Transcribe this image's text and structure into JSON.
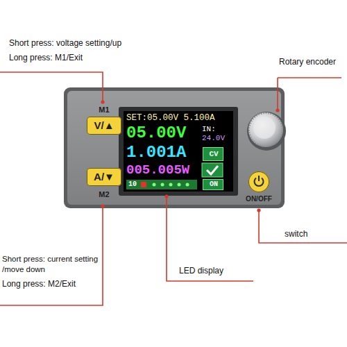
{
  "diagram": {
    "nodes": [
      {
        "text": [
          "M1",
          "V/▲"
        ]
      },
      {
        "text": [
          "SET:05.00V 5.100A",
          "05.00V",
          "IN:",
          "24.0V",
          "1.001A",
          "005.005W",
          "10"
        ]
      },
      {
        "text": [
          "CV"
        ],
        "in": 1
      },
      {
        "text": [
          "ON"
        ],
        "in": 1
      },
      {
        "text": [
          "A/▼",
          "M2"
        ]
      },
      {
        "text": [
          "ON/OFF"
        ]
      }
    ],
    "labels": [
      "Short press: voltage setting/up",
      "Long press: M1/Exit",
      "Rotary encoder",
      "Short press: current setting /move down",
      "Long press: M2/Exit",
      "switch",
      "LED display"
    ]
  }
}
